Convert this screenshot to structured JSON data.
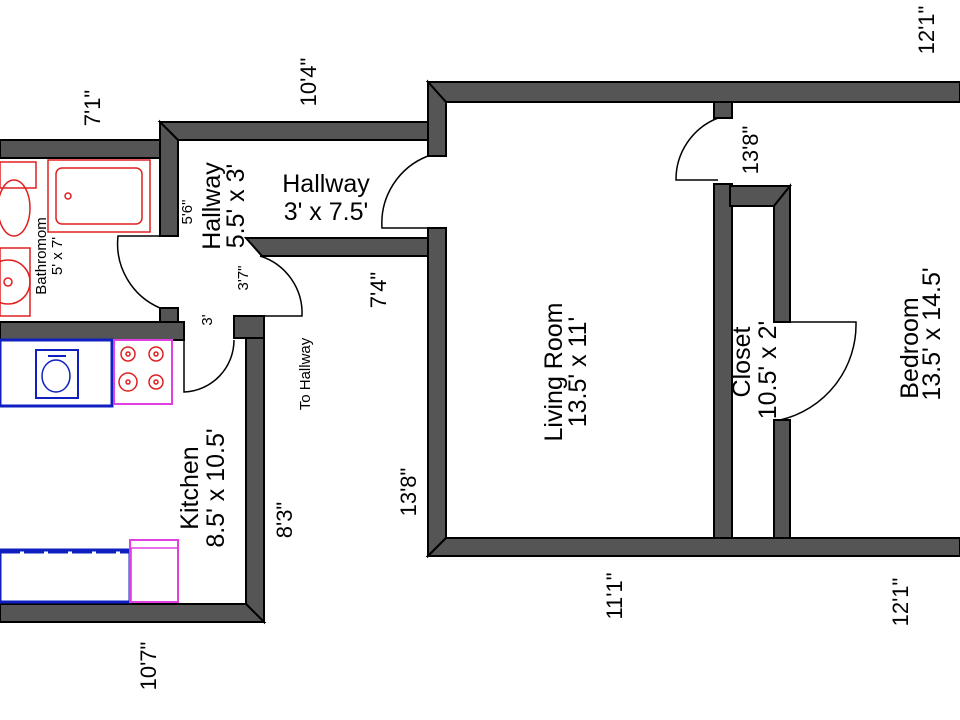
{
  "rooms": {
    "hallway_a": {
      "name": "Hallway",
      "size": "3' x 7.5'"
    },
    "hallway_b": {
      "name": "Hallway",
      "size": "5.5' x 3'"
    },
    "bathroom": {
      "name": "Bathromom",
      "size": "5' x 7'"
    },
    "kitchen": {
      "name": "Kitchen",
      "size": "8.5' x 10.5'"
    },
    "living_room": {
      "name": "Living Room",
      "size": "13.5' x 11'"
    },
    "closet": {
      "name": "Closet",
      "size": "10.5' x 2'"
    },
    "bedroom": {
      "name": "Bedroom",
      "size": "13.5' x 14.5'"
    }
  },
  "dimensions": {
    "top_right": "12'1\"",
    "top_middle": "10'4\"",
    "bath_top": "7'1\"",
    "hall_5_6": "5'6\"",
    "hall_3_7": "3'7\"",
    "hall_3": "3'",
    "hall_7_4": "7'4\"",
    "closet_13_8": "13'8\"",
    "living_13_8": "13'8\"",
    "kitchen_8_3": "8'3\"",
    "kitchen_10_7": "10'7\"",
    "living_11_1": "11'1\"",
    "bedroom_12_1": "12'1\""
  },
  "labels": {
    "to_hallway": "To Hallway"
  },
  "colors": {
    "wall": "#555555",
    "bathroom_fixture": "#e02020",
    "kitchen_fixture": "#1020c0",
    "stove": "#e040e0"
  }
}
